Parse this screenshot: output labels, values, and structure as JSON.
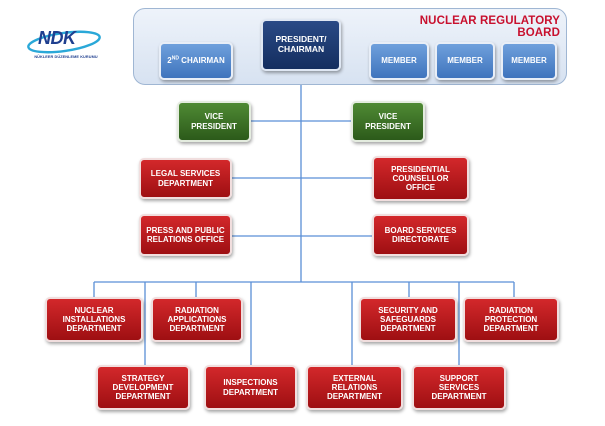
{
  "logo": {
    "wordmark": "NDK",
    "subtitle": "NÜKLEER DÜZENLEME KURUMU",
    "color": "#1f3f8f",
    "swoosh_color": "#2aa8d8"
  },
  "board": {
    "title": "NUCLEAR REGULATORY BOARD",
    "title_color": "#c8102e"
  },
  "colors": {
    "board_member": "#4a7fc4",
    "president": "#1c3a70",
    "vice_president": "#3e7327",
    "department": "#b8191c",
    "connector": "#5b8fd6"
  },
  "nodes": {
    "second_chairman": {
      "ordinal": "2",
      "suffix": "nd",
      "label": "CHAIRMAN"
    },
    "president": {
      "lines": [
        "PRESIDENT/",
        "CHAIRMAN"
      ]
    },
    "member_1": {
      "label": "MEMBER"
    },
    "member_2": {
      "label": "MEMBER"
    },
    "member_3": {
      "label": "MEMBER"
    },
    "vice_president_left": {
      "lines": [
        "VICE",
        "PRESIDENT"
      ]
    },
    "vice_president_right": {
      "lines": [
        "VICE",
        "PRESIDENT"
      ]
    },
    "legal_services": {
      "lines": [
        "LEGAL SERVICES",
        "DEPARTMENT"
      ]
    },
    "presidential_counsellor": {
      "lines": [
        "PRESIDENTIAL",
        "COUNSELLOR",
        "OFFICE"
      ]
    },
    "press_public_relations": {
      "lines": [
        "PRESS AND PUBLIC",
        "RELATIONS OFFICE"
      ]
    },
    "board_services": {
      "lines": [
        "BOARD SERVICES",
        "DIRECTORATE"
      ]
    },
    "nuclear_installations": {
      "lines": [
        "NUCLEAR",
        "INSTALLATIONS",
        "DEPARTMENT"
      ]
    },
    "radiation_applications": {
      "lines": [
        "RADIATION",
        "APPLICATIONS",
        "DEPARTMENT"
      ]
    },
    "security_safeguards": {
      "lines": [
        "SECURITY AND",
        "SAFEGUARDS",
        "DEPARTMENT"
      ]
    },
    "radiation_protection": {
      "lines": [
        "RADIATION",
        "PROTECTION",
        "DEPARTMENT"
      ]
    },
    "strategy_development": {
      "lines": [
        "STRATEGY",
        "DEVELOPMENT",
        "DEPARTMENT"
      ]
    },
    "inspections": {
      "lines": [
        "INSPECTIONS",
        "DEPARTMENT"
      ]
    },
    "external_relations": {
      "lines": [
        "EXTERNAL",
        "RELATIONS",
        "DEPARTMENT"
      ]
    },
    "support_services": {
      "lines": [
        "SUPPORT",
        "SERVICES",
        "DEPARTMENT"
      ]
    }
  }
}
